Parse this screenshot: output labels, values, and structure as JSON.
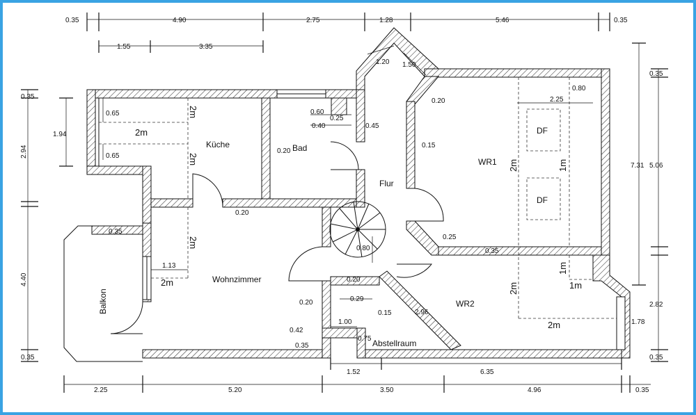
{
  "rooms": {
    "kueche": "Küche",
    "bad": "Bad",
    "flur": "Flur",
    "wr1": "WR1",
    "wr2": "WR2",
    "wohnzimmer": "Wohnzimmer",
    "balkon": "Balkon",
    "abstellraum": "Abstellraum"
  },
  "skylights": [
    "DF",
    "DF"
  ],
  "height_marks": {
    "k1": "2m",
    "k2": "2m",
    "k3": "2m",
    "wz1": "2m",
    "wz2": "2m",
    "wr1a": "2m",
    "wr1b": "1m",
    "wr2a": "1m",
    "wr2b": "1m",
    "wr2c": "2m",
    "wr2d": "2m"
  },
  "dims_top": [
    "0.35",
    "4.90",
    "2.75",
    "1.28",
    "5.46",
    "0.35"
  ],
  "dims_top2": [
    "1.55",
    "3.35"
  ],
  "dims_left": [
    "0.35",
    "2.94",
    "4.40",
    "0.35"
  ],
  "dims_left_inner": "1.94",
  "dims_right": [
    "7.31",
    "0.35",
    "5.06",
    "2.82",
    "1.78",
    "0.35"
  ],
  "dims_bottom": [
    "2.25",
    "5.20",
    "3.50",
    "4.96",
    "0.35"
  ],
  "dims_bottom2": [
    "1.52",
    "6.35"
  ],
  "dims_inner": {
    "d120": "1.20",
    "d150": "1.50",
    "d020a": "0.20",
    "d080a": "0.80",
    "d225": "2.25",
    "d065a": "0.65",
    "d065b": "0.65",
    "d060": "0.60",
    "d040": "0.40",
    "d025a": "0.25",
    "d045": "0.45",
    "d015a": "0.15",
    "d020b": "0.20",
    "d020c": "0.20",
    "d035a": "0.35",
    "d113": "1.13",
    "d080b": "0.80",
    "d025b": "0.25",
    "d035b": "0.35",
    "d020d": "0.20",
    "d029": "0.29",
    "d020e": "0.20",
    "d015b": "0.15",
    "d296": "2.96",
    "d100": "1.00",
    "d042": "0.42",
    "d075": "0.75",
    "d035c": "0.35"
  }
}
